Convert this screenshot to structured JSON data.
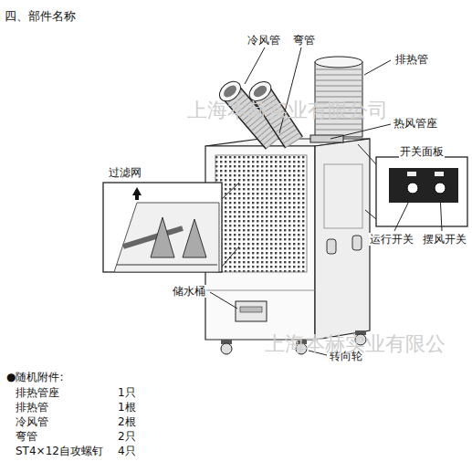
{
  "diagram": {
    "title": "四、部件名称",
    "nodes": [
      {
        "text": [
          "开关面板"
        ]
      }
    ],
    "labels": [
      "冷风管",
      "弯管",
      "排热管",
      "热风管座",
      "过滤网",
      "运行开关",
      "摆风开关",
      "储水桶",
      "转向轮",
      "上海本赫实业有限公司",
      "上海本赫实业有限公",
      "●随机附件:",
      "排热管座",
      "1只",
      "排热管",
      "1根",
      "冷风管",
      "2根",
      "弯管",
      "2只",
      "ST4×12自攻螺钉",
      "4只"
    ]
  }
}
